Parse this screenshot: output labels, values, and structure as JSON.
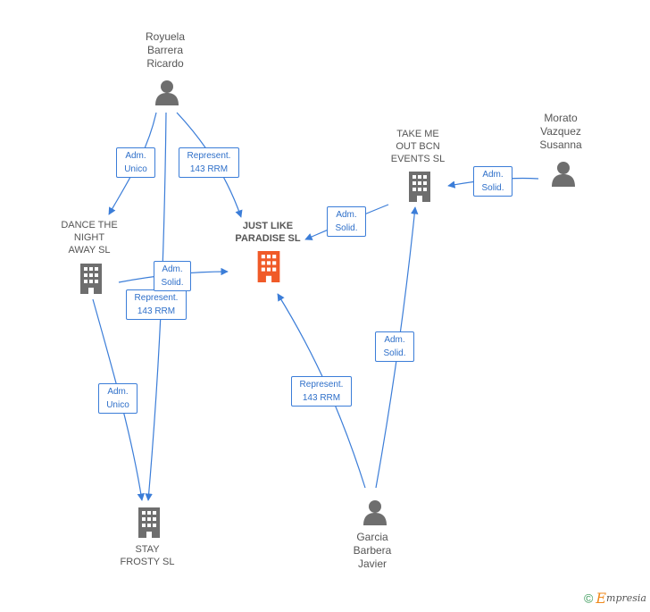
{
  "nodes": {
    "royuela": {
      "label": "Royuela\nBarrera\nRicardo",
      "type": "person"
    },
    "dance": {
      "label": "DANCE THE\nNIGHT\nAWAY  SL",
      "type": "company"
    },
    "justlike": {
      "label": "JUST LIKE\nPARADISE  SL",
      "type": "company-focus"
    },
    "takeme": {
      "label": "TAKE ME\nOUT BCN\nEVENTS  SL",
      "type": "company"
    },
    "morato": {
      "label": "Morato\nVazquez\nSusanna",
      "type": "person"
    },
    "stay": {
      "label": "STAY\nFROSTY  SL",
      "type": "company"
    },
    "garcia": {
      "label": "Garcia\nBarbera\nJavier",
      "type": "person"
    }
  },
  "edges": [
    {
      "from": "royuela",
      "to": "dance",
      "label": "Adm.\nUnico"
    },
    {
      "from": "royuela",
      "to": "justlike",
      "label": "Represent.\n143 RRM"
    },
    {
      "from": "royuela",
      "to": "stay",
      "label": "Represent.\n143 RRM"
    },
    {
      "from": "dance",
      "to": "justlike",
      "label": "Adm.\nSolid."
    },
    {
      "from": "dance",
      "to": "stay",
      "label": "Adm.\nUnico"
    },
    {
      "from": "takeme",
      "to": "justlike",
      "label": "Adm.\nSolid."
    },
    {
      "from": "morato",
      "to": "takeme",
      "label": "Adm.\nSolid."
    },
    {
      "from": "garcia",
      "to": "justlike",
      "label": "Represent.\n143 RRM"
    },
    {
      "from": "garcia",
      "to": "takeme",
      "label": "Adm.\nSolid."
    }
  ],
  "colors": {
    "edge": "#3b7dd8",
    "icon": "#6e6e6e",
    "focus_icon": "#f05a28"
  },
  "footer": {
    "copyright": "©",
    "brand_initial": "E",
    "brand_rest": "mpresia"
  }
}
